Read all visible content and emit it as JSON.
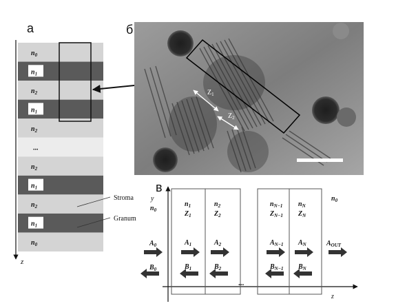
{
  "panel_labels": {
    "a": "а",
    "b": "б",
    "c": "в"
  },
  "stack": {
    "layers": [
      {
        "type": "stroma",
        "label": "n",
        "sub": "0"
      },
      {
        "type": "granum",
        "label": "n",
        "sub": "1"
      },
      {
        "type": "stroma",
        "label": "n",
        "sub": "2"
      },
      {
        "type": "granum",
        "label": "n",
        "sub": "1"
      },
      {
        "type": "stroma",
        "label": "n",
        "sub": "2"
      },
      {
        "type": "gap",
        "label": "...",
        "sub": ""
      },
      {
        "type": "stroma",
        "label": "n",
        "sub": "2"
      },
      {
        "type": "granum",
        "label": "n",
        "sub": "1"
      },
      {
        "type": "stroma",
        "label": "n",
        "sub": "2"
      },
      {
        "type": "granum",
        "label": "n",
        "sub": "1"
      },
      {
        "type": "stroma",
        "label": "n",
        "sub": "0"
      }
    ],
    "axis_label": "z",
    "stroma_label": "Stroma",
    "granum_label": "Granum",
    "colors": {
      "stroma": "#d4d4d4",
      "granum": "#5a5a5a",
      "gap": "#ececec"
    }
  },
  "micrograph": {
    "z1": "Z",
    "z1_sub": "1",
    "z2": "Z",
    "z2_sub": "2"
  },
  "model": {
    "y_label": "y",
    "z_label": "z",
    "n0_left": "n",
    "n0_left_sub": "0",
    "n0_right": "n",
    "n0_right_sub": "0",
    "dots": "...",
    "columns": [
      {
        "n": "n",
        "n_sub": "1",
        "z": "Z",
        "z_sub": "1",
        "a": "A",
        "a_sub": "1",
        "b": "B",
        "b_sub": "1"
      },
      {
        "n": "n",
        "n_sub": "2",
        "z": "Z",
        "z_sub": "2",
        "a": "A",
        "a_sub": "2",
        "b": "B",
        "b_sub": "2"
      },
      {
        "n": "n",
        "n_sub": "N−1",
        "z": "Z",
        "z_sub": "N−1",
        "a": "A",
        "a_sub": "N−1",
        "b": "B",
        "b_sub": "N−1"
      },
      {
        "n": "n",
        "n_sub": "N",
        "z": "Z",
        "z_sub": "N",
        "a": "A",
        "a_sub": "N",
        "b": "B",
        "b_sub": "N"
      }
    ],
    "a0": "A",
    "a0_sub": "0",
    "b0": "B",
    "b0_sub": "0",
    "aout": "A",
    "aout_sub": "OUT"
  }
}
